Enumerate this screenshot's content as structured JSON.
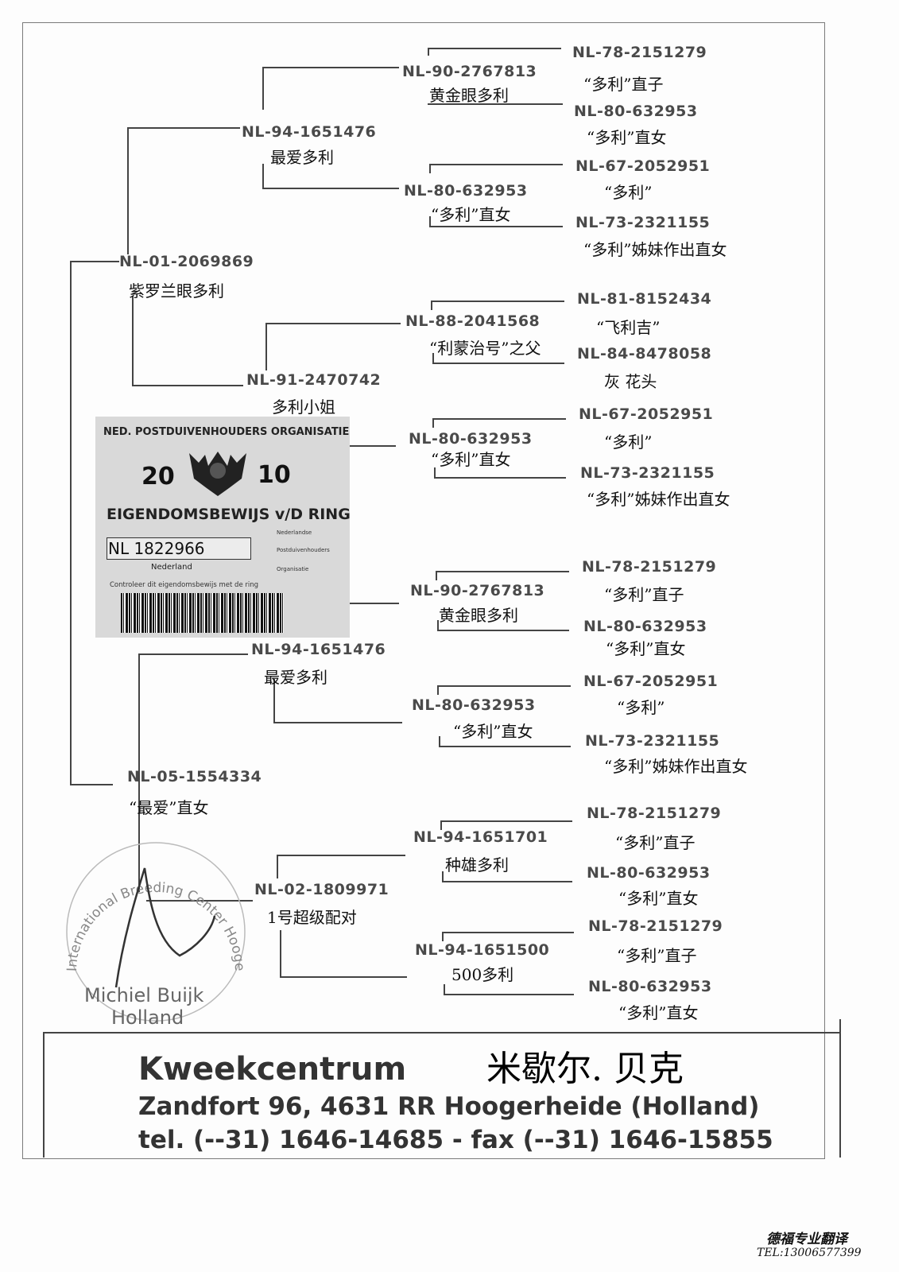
{
  "pedigree": {
    "g1": [
      {
        "code": "NL-01-2069869",
        "name": "紫罗兰眼多利"
      },
      {
        "code": "NL-05-1554334",
        "name": "“最爱”直女"
      }
    ],
    "g2": [
      {
        "code": "NL-94-1651476",
        "name": "最爱多利"
      },
      {
        "code": "NL-91-2470742",
        "name": "多利小姐"
      },
      {
        "code": "NL-94-1651476",
        "name": "最爱多利"
      },
      {
        "code": "NL-02-1809971",
        "name": "1号超级配对"
      }
    ],
    "g3": [
      {
        "code": "NL-90-2767813",
        "name": "黄金眼多利"
      },
      {
        "code": "NL-80-632953",
        "name": "“多利”直女"
      },
      {
        "code": "NL-88-2041568",
        "name": "“利蒙治号”之父"
      },
      {
        "code": "NL-80-632953",
        "name": "“多利”直女"
      },
      {
        "code": "NL-90-2767813",
        "name": "黄金眼多利"
      },
      {
        "code": "NL-80-632953",
        "name": "“多利”直女"
      },
      {
        "code": "NL-94-1651701",
        "name": "种雄多利"
      },
      {
        "code": "NL-94-1651500",
        "name": "500多利"
      }
    ],
    "g4": [
      {
        "code": "NL-78-2151279",
        "name": "“多利”直子"
      },
      {
        "code": "NL-80-632953",
        "name": "“多利”直女"
      },
      {
        "code": "NL-67-2052951",
        "name": "“多利”"
      },
      {
        "code": "NL-73-2321155",
        "name": "“多利”姊妹作出直女"
      },
      {
        "code": "NL-81-8152434",
        "name": "“飞利吉”"
      },
      {
        "code": "NL-84-8478058",
        "name": "灰 花头"
      },
      {
        "code": "NL-67-2052951",
        "name": "“多利”"
      },
      {
        "code": "NL-73-2321155",
        "name": "“多利”姊妹作出直女"
      },
      {
        "code": "NL-78-2151279",
        "name": "“多利”直子"
      },
      {
        "code": "NL-80-632953",
        "name": "“多利”直女"
      },
      {
        "code": "NL-67-2052951",
        "name": "“多利”"
      },
      {
        "code": "NL-73-2321155",
        "name": "“多利”姊妹作出直女"
      },
      {
        "code": "NL-78-2151279",
        "name": "“多利”直子"
      },
      {
        "code": "NL-80-632953",
        "name": "“多利”直女"
      },
      {
        "code": "NL-78-2151279",
        "name": "“多利”直子"
      },
      {
        "code": "NL-80-632953",
        "name": "“多利”直女"
      }
    ]
  },
  "certificate": {
    "org": "NED. POSTDUIVENHOUDERS ORGANISATIE",
    "year_left": "20",
    "year_right": "10",
    "ownership": "EIGENDOMSBEWIJS v/D RING",
    "ring": "NL  1822966",
    "country": "Nederland",
    "control": "Controleer dit eigendomsbewijs met de ring",
    "npo": [
      "Nederlandse",
      "Postduivenhouders",
      "Organisatie"
    ]
  },
  "stamp": {
    "ring_text": "International Breeding Center Hoogerheide - Holland",
    "name": "Michiel Buijk",
    "country": "Holland"
  },
  "footer": {
    "company": "Kweekcentrum",
    "owner_cn": "米歇尔. 贝克",
    "address": "Zandfort 96,  4631 RR Hoogerheide (Holland)",
    "phone": "tel. (--31) 1646-14685  -  fax (--31) 1646-15855"
  },
  "translator": {
    "mark": "德福专业翻译",
    "tel": "TEL:13006577399"
  }
}
